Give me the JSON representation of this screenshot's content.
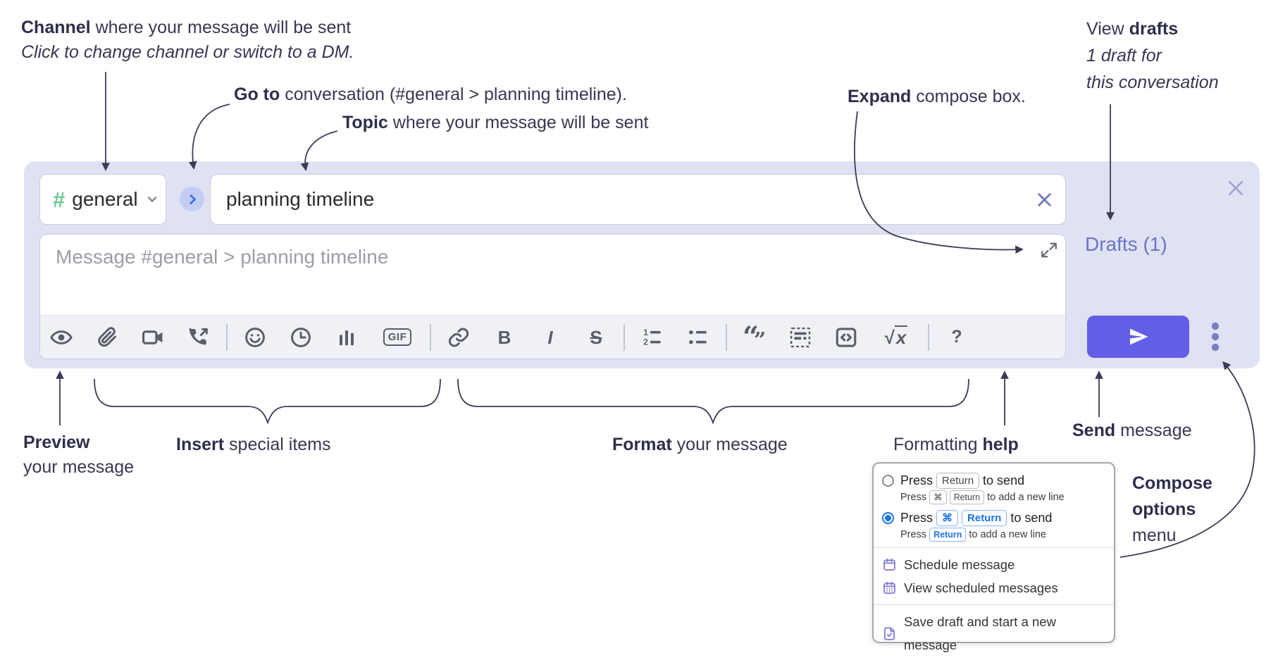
{
  "annotations": {
    "channel": {
      "bold": "Channel",
      "rest": " where your message will be sent",
      "line2": "Click to change channel or switch to a DM."
    },
    "goto": {
      "bold": "Go to",
      "rest": " conversation (#general > planning timeline)."
    },
    "topic": {
      "bold": "Topic",
      "rest": " where your message will be sent"
    },
    "expand": {
      "bold": "Expand",
      "rest": " compose box."
    },
    "drafts": {
      "pre": "View ",
      "bold": "drafts",
      "line2": "1 draft for",
      "line3": "this conversation"
    },
    "preview": {
      "bold": "Preview",
      "line2": "your message"
    },
    "insert": {
      "bold": "Insert",
      "rest": " special items"
    },
    "format": {
      "bold": "Format",
      "rest": " your message"
    },
    "formatting_help": {
      "pre": "Formatting ",
      "bold": "help"
    },
    "send": {
      "bold": "Send",
      "rest": " message"
    },
    "compose_options": {
      "line1": "Compose",
      "line2": "options",
      "line3": "menu"
    }
  },
  "compose": {
    "channel_hash": "#",
    "channel_name": "general",
    "topic_value": "planning timeline",
    "message_placeholder": "Message #general > planning timeline",
    "drafts_link": "Drafts (1)"
  },
  "toolbar": {
    "icon_names": [
      "preview-eye",
      "attach-paperclip",
      "video-call",
      "voice-call",
      "emoji-smiley",
      "time-clock",
      "poll-chart",
      "gif",
      "link",
      "bold",
      "italic",
      "strikethrough",
      "numbered-list",
      "bulleted-list",
      "quote",
      "spoiler",
      "code",
      "math-latex",
      "help"
    ],
    "glyphs": {
      "bold": "B",
      "italic": "I",
      "strike": "S",
      "gif": "GIF",
      "help": "?",
      "math_root": "√",
      "math_x": "x",
      "ol_1": "1",
      "ol_2": "2",
      "quote_open": "“",
      "quote_close": "”"
    }
  },
  "popup": {
    "opt1": {
      "pre": "Press",
      "key": "Return",
      "post": "to send",
      "sub_pre": "Press",
      "sub_key1": "⌘",
      "sub_key2": "Return",
      "sub_post": "to add a new line"
    },
    "opt2": {
      "pre": "Press",
      "key1": "⌘",
      "key2": "Return",
      "post": "to send",
      "sub_pre": "Press",
      "sub_key": "Return",
      "sub_post": "to add a new line"
    },
    "items": [
      {
        "icon": "calendar-icon",
        "label": "Schedule message"
      },
      {
        "icon": "calendar-dates-icon",
        "label": "View scheduled messages"
      },
      {
        "icon": "save-draft-icon",
        "label": "Save draft and start a new message"
      }
    ]
  },
  "colors": {
    "panel_bg": "#dfe2f3",
    "send_button": "#635ee6",
    "drafts_link": "#6b74c8",
    "hash_green": "#6fc795",
    "radio_selected": "#1a73e8",
    "menu_icon_purple": "#7b78d8",
    "annotation_text": "#373753",
    "toolbar_icon": "#5b5e66"
  }
}
